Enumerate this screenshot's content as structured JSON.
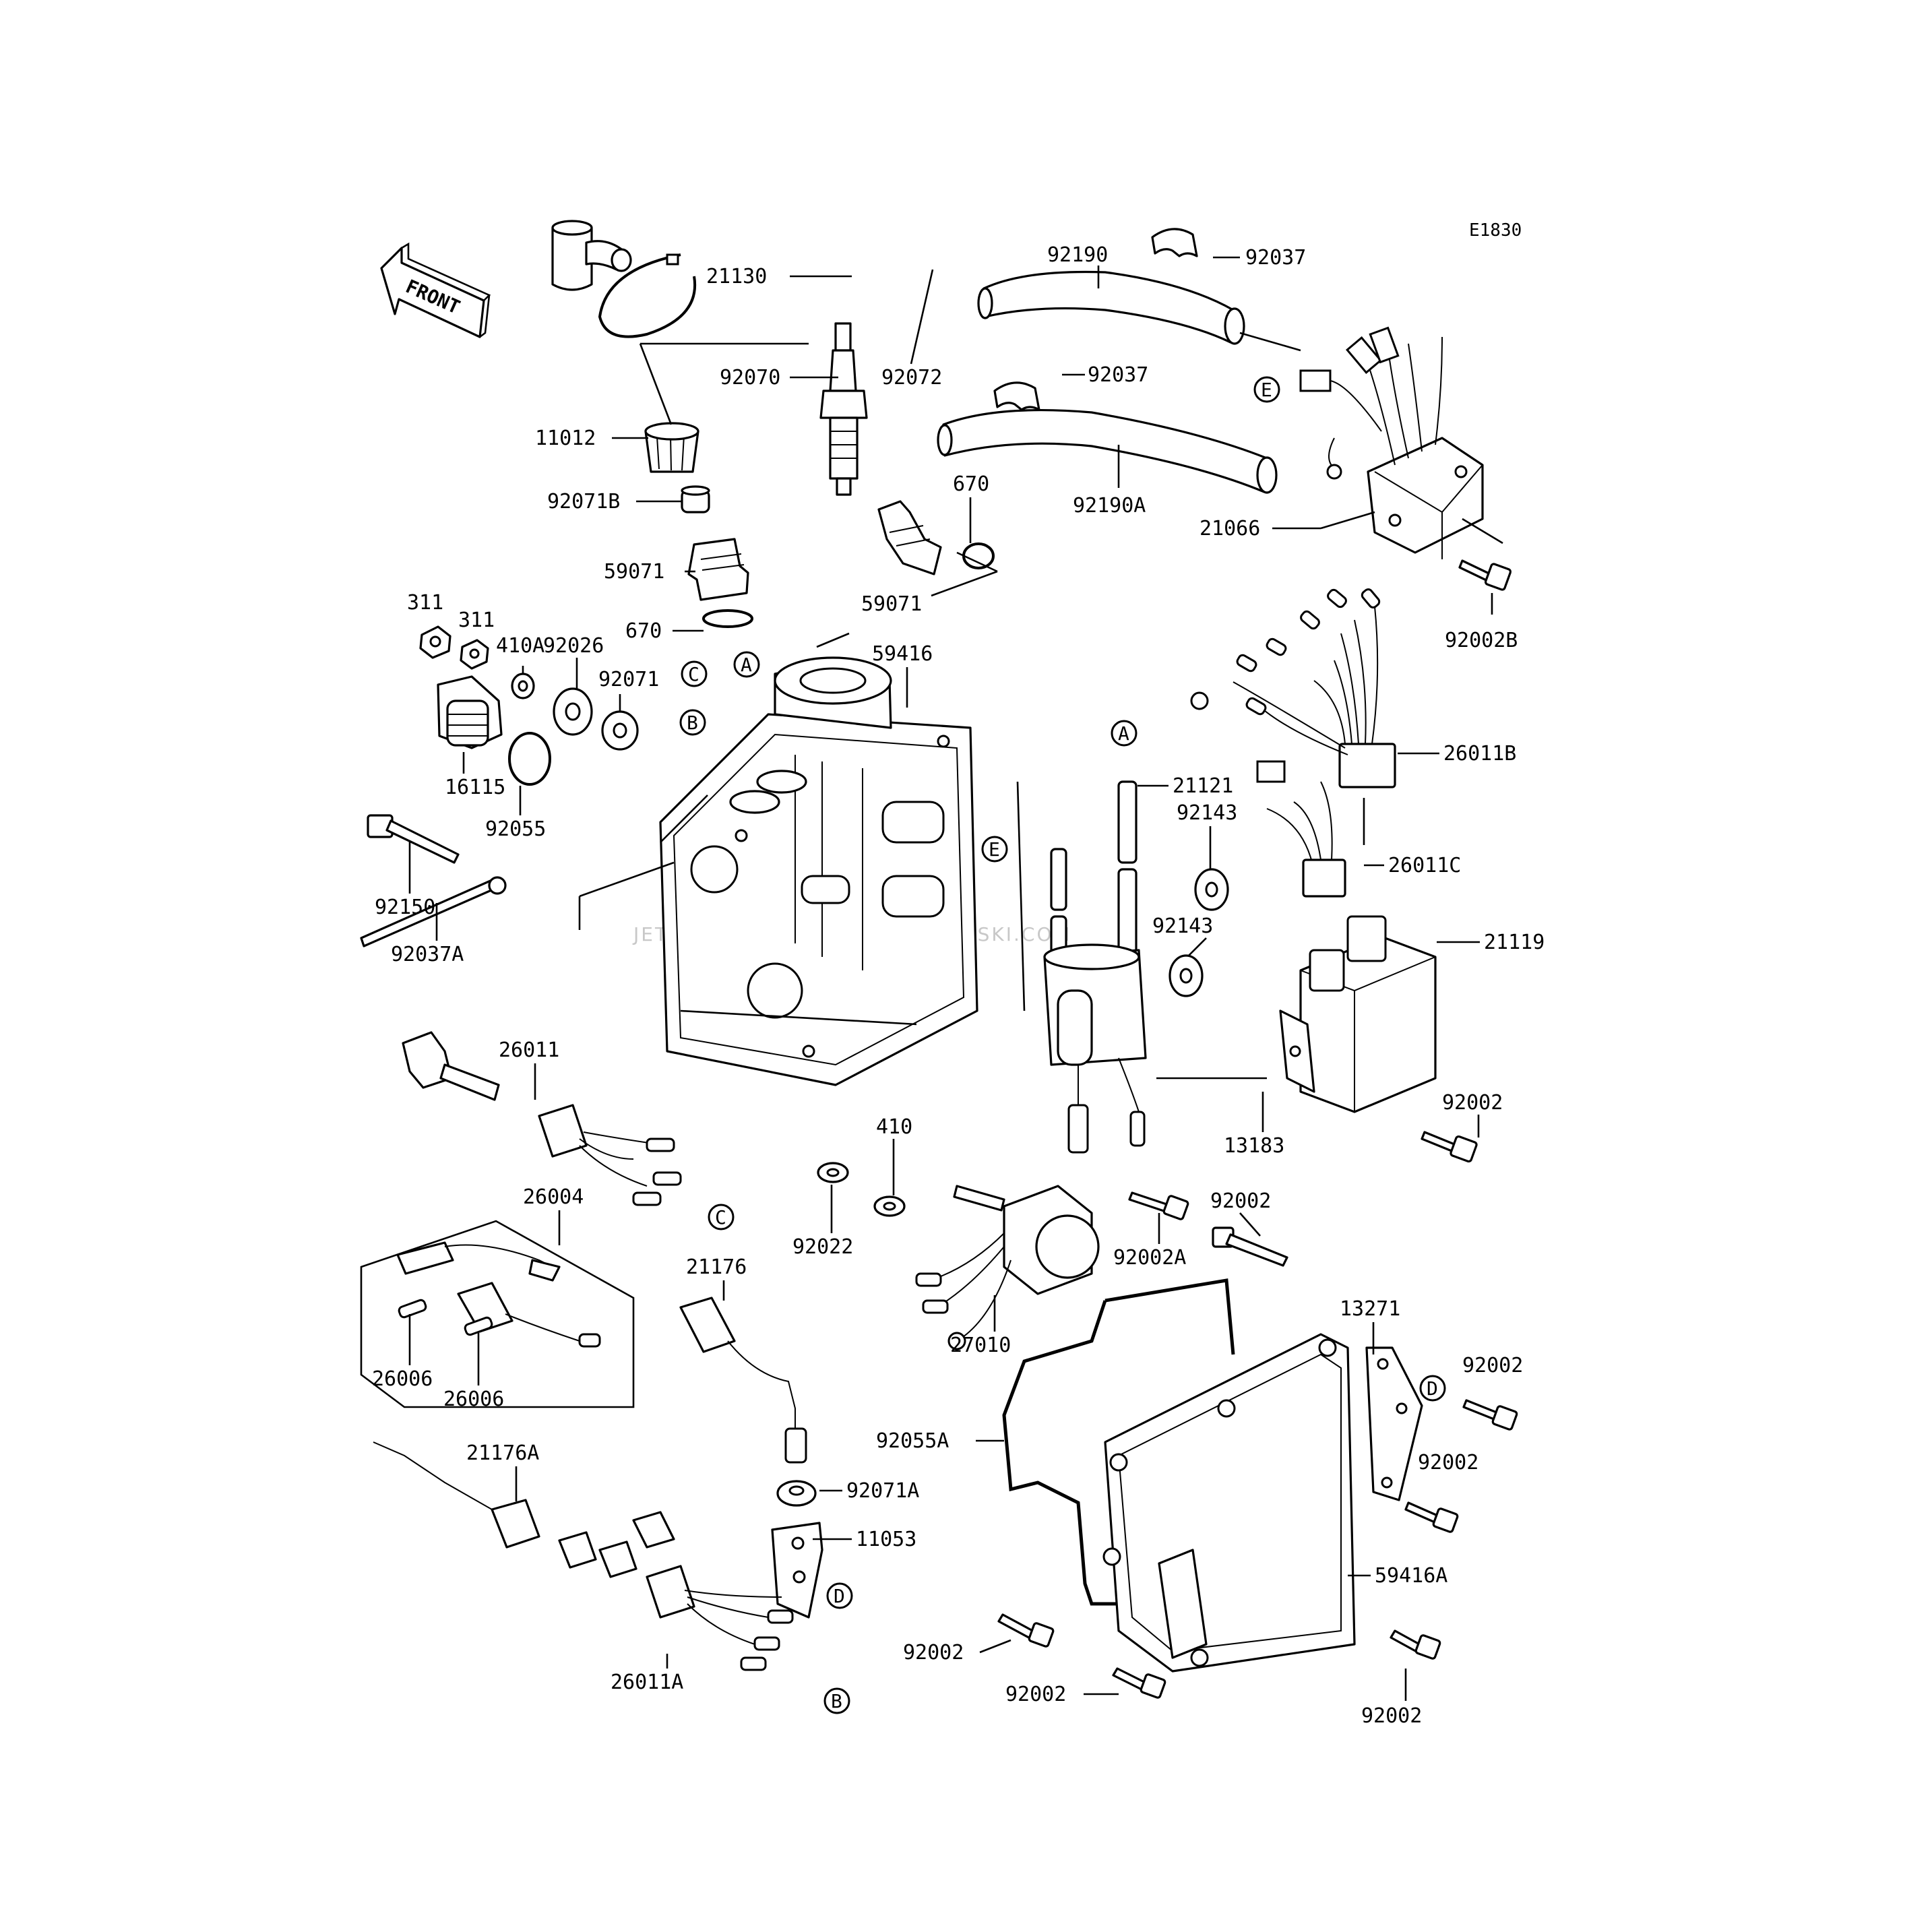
{
  "diagram_code": "E1830",
  "front_label": "FRONT",
  "watermark": "JETSKI...PARTS  JETSKI.COM  JETSKI.COM",
  "markers": {
    "a": "A",
    "b": "B",
    "c": "C",
    "d": "D",
    "e": "E"
  },
  "callouts": {
    "p21130": "21130",
    "p92190": "92190",
    "p92037_top": "92037",
    "p92070": "92070",
    "p92072": "92072",
    "p92037_mid": "92037",
    "p11012": "11012",
    "p92190A": "92190A",
    "p92071B": "92071B",
    "p670_top": "670",
    "p21066": "21066",
    "p59071_left": "59071",
    "p59071_right": "59071",
    "p92002B": "92002B",
    "p311_a": "311",
    "p311_b": "311",
    "p410A": "410A",
    "p670_mid": "670",
    "p92026": "92026",
    "p59416": "59416",
    "p92071": "92071",
    "p26011B": "26011B",
    "p21121": "21121",
    "p92143_top": "92143",
    "p16115": "16115",
    "p92055": "92055",
    "p26011C": "26011C",
    "p92150": "92150",
    "p92143_mid": "92143",
    "p21119": "21119",
    "p92037A": "92037A",
    "p26011": "26011",
    "p92002_r1": "92002",
    "p13183": "13183",
    "p410": "410",
    "p26004": "26004",
    "p92002_mid": "92002",
    "p92022": "92022",
    "p92002A": "92002A",
    "p21176": "21176",
    "p13271": "13271",
    "p92002_r2": "92002",
    "p27010": "27010",
    "p26006_a": "26006",
    "p26006_b": "26006",
    "p92002_r3": "92002",
    "p92055A": "92055A",
    "p21176A": "21176A",
    "p92071A": "92071A",
    "p11053": "11053",
    "p59416A": "59416A",
    "p92002_bl": "92002",
    "p26011A": "26011A",
    "p92002_bc": "92002",
    "p92002_br": "92002"
  }
}
